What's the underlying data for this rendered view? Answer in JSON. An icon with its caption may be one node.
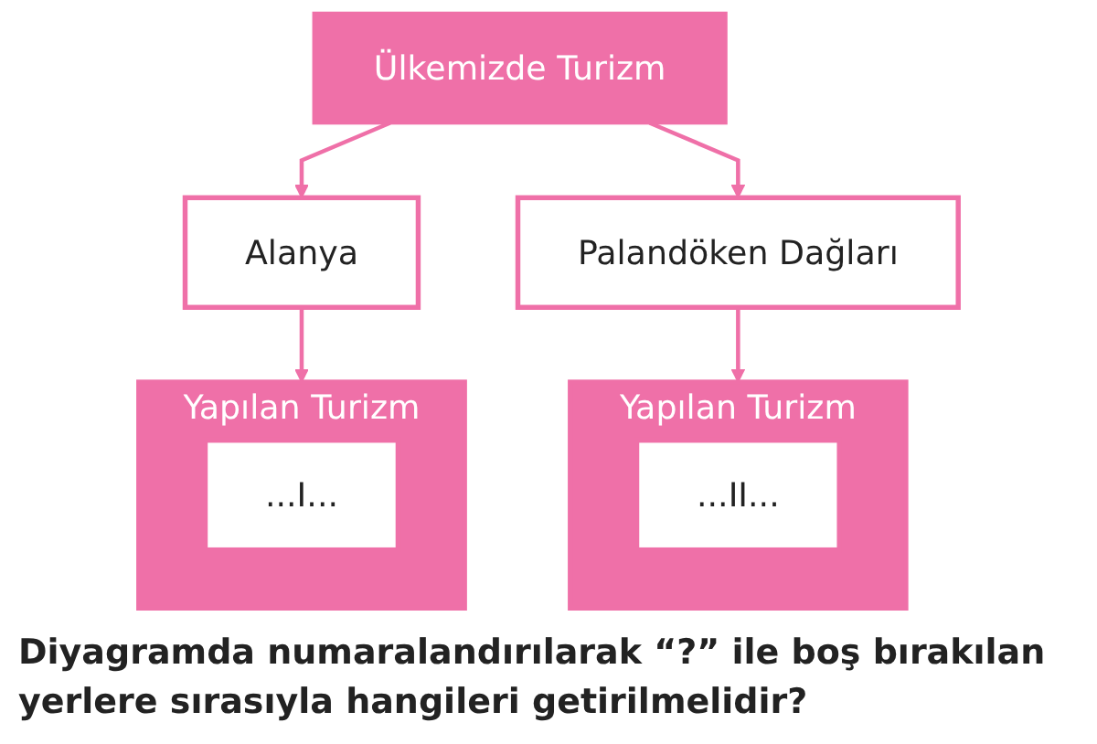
{
  "diagram": {
    "nodes": [
      {
        "text": [
          "Ülkemizde Turizm"
        ]
      },
      {
        "text": [
          "Alanya"
        ]
      },
      {
        "text": [
          "Palandöken Dağları"
        ]
      },
      {
        "text": [
          "Yapılan Turizm"
        ]
      },
      {
        "text": [
          "...I..."
        ],
        "in": 3
      },
      {
        "text": [
          "Yapılan Turizm"
        ]
      },
      {
        "text": [
          "...II..."
        ],
        "in": 5
      }
    ],
    "edges": [
      {
        "from": 0,
        "to": 1,
        "arrow": "to"
      },
      {
        "from": 0,
        "to": 2,
        "arrow": "to"
      },
      {
        "from": 1,
        "to": 3,
        "arrow": "to"
      },
      {
        "from": 2,
        "to": 5,
        "arrow": "to"
      }
    ],
    "caption": "Diyagramda numaralandırılarak “?” ile boş bırakılan yerlere sırasıyla hangileri getirilmelidir?"
  }
}
